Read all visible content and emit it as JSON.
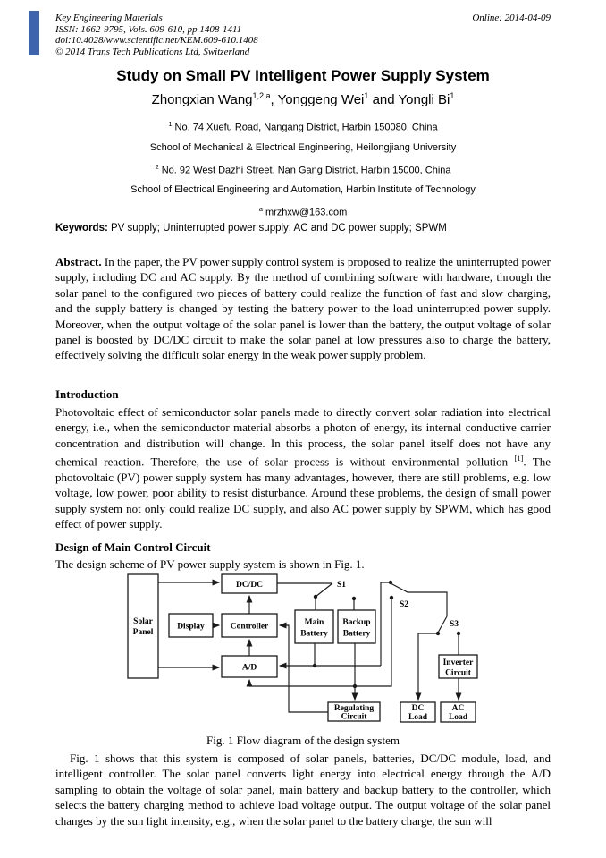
{
  "colors": {
    "bookmark_blue": "#3D64AD"
  },
  "header": {
    "journal": "Key Engineering Materials",
    "issn": "ISSN: 1662-9795, Vols. 609-610, pp 1408-1411",
    "doi": "doi:10.4028/www.scientific.net/KEM.609-610.1408",
    "copyright": "© 2014 Trans Tech Publications Ltd, Switzerland",
    "online": "Online: 2014-04-09"
  },
  "title": "Study on Small PV Intelligent Power Supply System",
  "authors": {
    "name1": "Zhongxian Wang",
    "sup1": "1,2,a",
    "sep1": ", ",
    "name2": "Yonggeng Wei",
    "sup2": "1",
    "sep2": " and ",
    "name3": "Yongli Bi",
    "sup3": "1"
  },
  "affiliations": {
    "aff1_sup": "1",
    "aff1": "No. 74 Xuefu Road, Nangang District, Harbin 150080, China",
    "aff2": "School of Mechanical & Electrical Engineering, Heilongjiang University",
    "aff3_sup": "2",
    "aff3": "No. 92 West Dazhi Street, Nan Gang District, Harbin 15000, China",
    "aff4": "School of Electrical Engineering and Automation, Harbin Institute of Technology",
    "email_sup": "a",
    "email": "mrzhxw@163.com"
  },
  "keywords": {
    "label": "Keywords:",
    "text": "PV supply; Uninterrupted power supply; AC and DC power supply; SPWM"
  },
  "abstract": {
    "label": "Abstract.",
    "text": "In the paper, the PV power supply control system is proposed to realize the uninterrupted power supply, including DC and AC supply. By the method of combining software with hardware, through the solar panel to the configured two pieces of battery could realize the function of fast and slow charging, and the supply battery is changed by testing the battery power to the load uninterrupted power supply. Moreover, when the output voltage of the solar panel is lower than the battery, the output voltage of solar panel is boosted by DC/DC circuit to make the solar panel at low pressures also to charge the battery, effectively solving the difficult solar energy in the weak power supply problem."
  },
  "sections": {
    "introduction": {
      "heading": "Introduction",
      "p1": "Photovoltaic effect of semiconductor solar panels made to directly convert solar radiation into electrical energy, i.e., when the semiconductor material absorbs a photon of energy, its internal conductive carrier concentration and distribution will change. In this process, the solar panel itself does not have any chemical reaction. Therefore, the use of solar process is without environmental pollution ",
      "ref_sup": "[1]",
      "p2": ". The photovoltaic (PV) power supply system has many advantages, however, there are still problems, e.g. low voltage, low power, poor ability to resist disturbance. Around these problems, the design of small power supply system not only could realize DC supply, and also AC power supply by SPWM, which has good effect of power supply."
    },
    "design": {
      "heading": "Design of Main Control Circuit",
      "lead": "The design scheme of PV power supply system is shown in Fig. 1."
    }
  },
  "figure": {
    "caption": "Fig. 1 Flow diagram of the design system",
    "boxes": {
      "solar_panel": {
        "l1": "Solar",
        "l2": "Panel"
      },
      "dc_dc": {
        "l1": "DC/DC"
      },
      "display": {
        "l1": "Display"
      },
      "controller": {
        "l1": "Controller"
      },
      "ad": {
        "l1": "A/D"
      },
      "main_battery": {
        "l1": "Main",
        "l2": "Battery"
      },
      "backup_battery": {
        "l1": "Backup",
        "l2": "Battery"
      },
      "inverter_circuit": {
        "l1": "Inverter",
        "l2": "Circuit"
      },
      "regulating_circuit": {
        "l1": "Regulating",
        "l2": "Circuit"
      },
      "dc_load": {
        "l1": "DC",
        "l2": "Load"
      },
      "ac_load": {
        "l1": "AC",
        "l2": "Load"
      }
    },
    "switches": {
      "s1": "S1",
      "s2": "S2",
      "s3": "S3"
    }
  },
  "closing_paragraph": "Fig. 1 shows that this system is composed of solar panels, batteries, DC/DC module, load, and intelligent controller. The solar panel converts light energy into electrical energy through the A/D sampling to obtain the voltage of solar panel, main battery and backup battery to the controller, which selects the battery charging method to achieve load voltage output. The output voltage of the solar panel changes by the sun light intensity, e.g., when the solar panel to the battery charge, the sun will"
}
